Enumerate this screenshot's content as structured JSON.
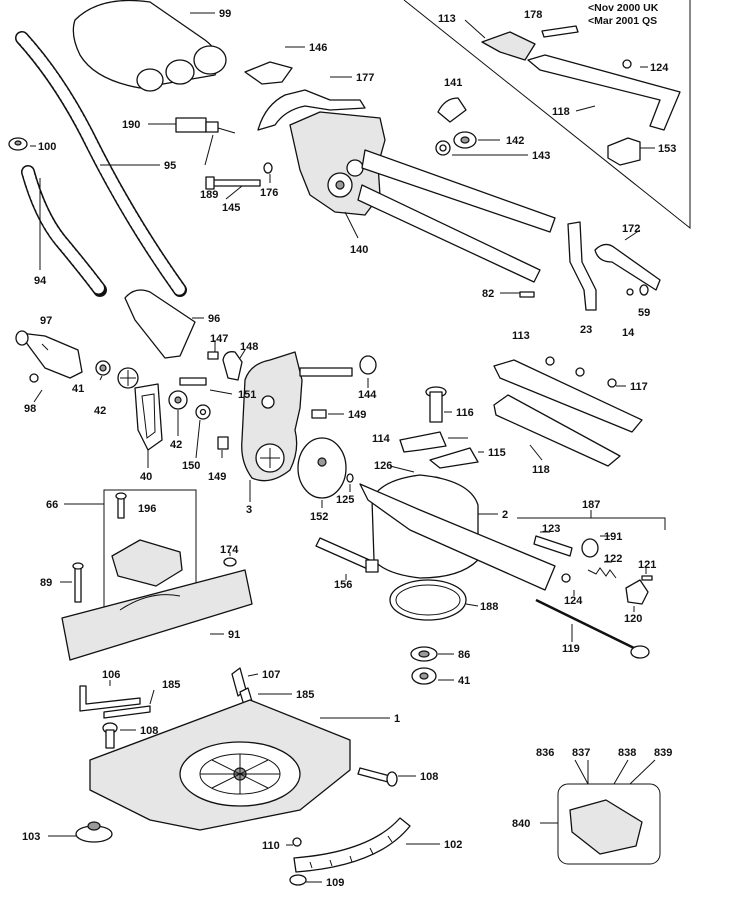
{
  "diagram": {
    "notes": [
      "<Nov 2000 UK",
      "<Mar 2001 QS"
    ],
    "labels": [
      "99",
      "146",
      "177",
      "141",
      "142",
      "143",
      "113",
      "178",
      "124",
      "118",
      "153",
      "190",
      "100",
      "95",
      "189",
      "176",
      "145",
      "140",
      "94",
      "172",
      "82",
      "23",
      "14",
      "59",
      "96",
      "97",
      "147",
      "148",
      "144",
      "151",
      "149",
      "116",
      "117",
      "113",
      "41",
      "42",
      "98",
      "42",
      "150",
      "149",
      "114",
      "115",
      "118",
      "40",
      "3",
      "152",
      "126",
      "125",
      "2",
      "66",
      "196",
      "187",
      "123",
      "191",
      "122",
      "121",
      "174",
      "89",
      "156",
      "124",
      "120",
      "188",
      "91",
      "119",
      "86",
      "41",
      "107",
      "106",
      "185",
      "185",
      "1",
      "108",
      "108",
      "836",
      "837",
      "838",
      "839",
      "840",
      "103",
      "102",
      "110",
      "109"
    ]
  }
}
